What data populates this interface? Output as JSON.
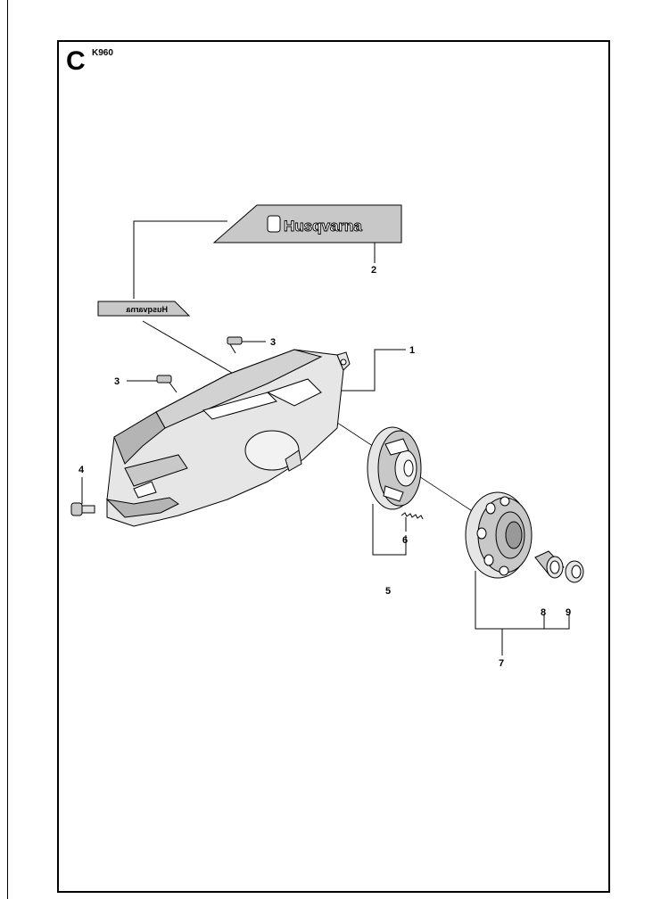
{
  "header": {
    "section_letter": "C",
    "model": "K960"
  },
  "decals": {
    "large_brand": "Husqvarna",
    "small_brand_mirrored": "Husqvarna"
  },
  "callouts": [
    {
      "id": "c1",
      "label": "1"
    },
    {
      "id": "c2",
      "label": "2"
    },
    {
      "id": "c3a",
      "label": "3"
    },
    {
      "id": "c3b",
      "label": "3"
    },
    {
      "id": "c4",
      "label": "4"
    },
    {
      "id": "c5",
      "label": "5"
    },
    {
      "id": "c6",
      "label": "6"
    },
    {
      "id": "c7",
      "label": "7"
    },
    {
      "id": "c8",
      "label": "8"
    },
    {
      "id": "c9",
      "label": "9"
    }
  ],
  "colors": {
    "line": "#000000",
    "decal_fill": "#c8c8c8",
    "part_fill": "#e6e6e6",
    "part_shade": "#b4b4b4"
  }
}
